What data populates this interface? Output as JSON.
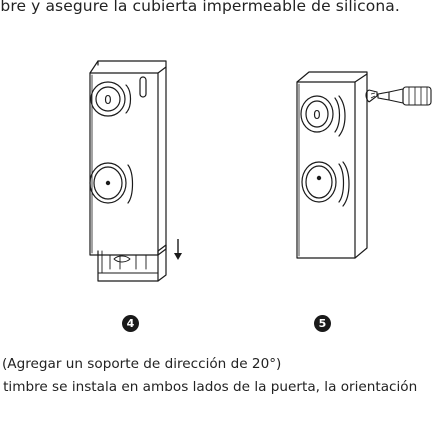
{
  "doc": {
    "heading_fragment": "ibre y asegure la cubierta impermeable de silicona.",
    "steps": [
      {
        "number": "4"
      },
      {
        "number": "5"
      }
    ],
    "captions": {
      "line1": "(Agregar un soporte de dirección de 20°)",
      "line2": "l timbre se instala en ambos lados de la puerta, la orientación"
    }
  },
  "colors": {
    "ink": "#1a1a1a",
    "text": "#222222",
    "background": "#ffffff"
  },
  "icons": [
    "doorbell-camera-icon",
    "doorbell-button-icon",
    "screw-icon",
    "screwdriver-icon",
    "arrow-down-icon"
  ]
}
